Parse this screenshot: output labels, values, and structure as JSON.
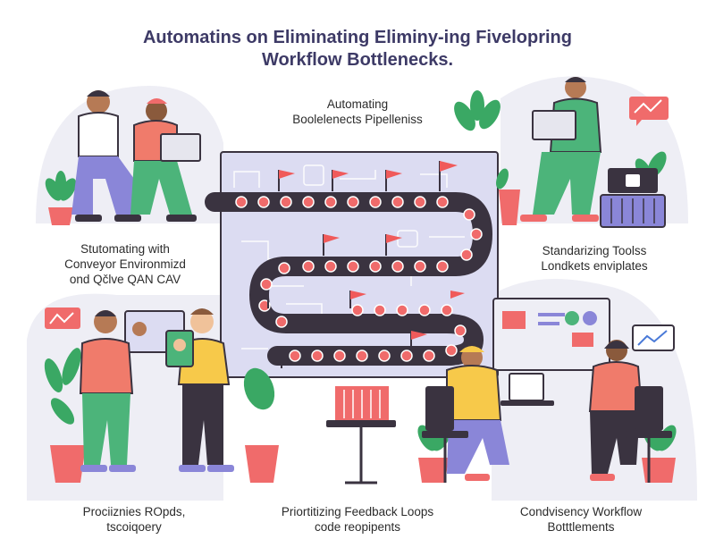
{
  "title": {
    "line1": "Automatins on Eliminating Eliminy-ing Fivelopring",
    "line2": "Workflow Bottlenecks."
  },
  "captions": {
    "top_center": {
      "line1": "Automating",
      "line2": "Boolelenects Pipelleniss"
    },
    "mid_left": {
      "line1": "Stutomating with",
      "line2": "Conveyor Environmizd",
      "line3": "ond Qčlve QAN CAV"
    },
    "mid_right": {
      "line1": "Standarizing Toolss",
      "line2": "Londkets enviplates"
    },
    "bottom_left": {
      "line1": "Prociiznies ROpds,",
      "line2": "tscoiqoery"
    },
    "bottom_center": {
      "line1": "Priortitizing Feedback Loops",
      "line2": "code reopipents"
    },
    "bottom_right": {
      "line1": "Condvisency Workflow",
      "line2": "Botttlements"
    }
  },
  "colors": {
    "title": "#3d3a66",
    "board": "#dcdcf2",
    "conveyor": "#3a3340",
    "token": "#f06b6b",
    "flag": "#f05a5a",
    "plant": "#3aa864",
    "pot": "#f06b6b",
    "shirt_green": "#4cb47a",
    "shirt_red": "#f07b6b",
    "shirt_yellow": "#f7c94a",
    "pants_purple": "#8a86d8",
    "blob": "#eeeef5"
  },
  "icons": [
    "conveyor-belt",
    "flag-icon",
    "chart-trend-icon",
    "laptop-icon",
    "potted-plant-icon",
    "server-icon"
  ]
}
